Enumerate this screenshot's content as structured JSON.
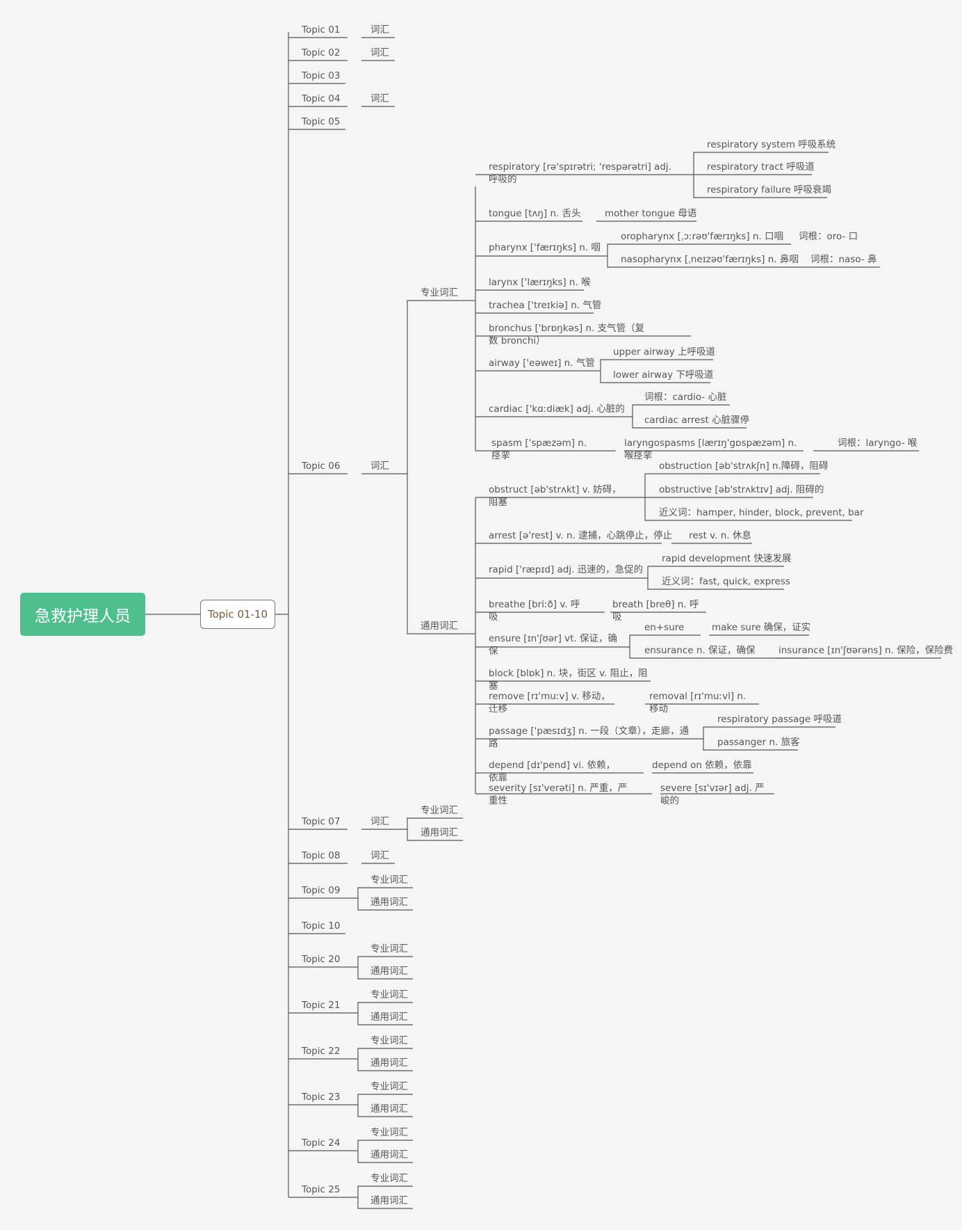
{
  "root": "急救护理人员",
  "group": "Topic 01-10",
  "topics": [
    {
      "label": "Topic 01",
      "child": "词汇"
    },
    {
      "label": "Topic 02",
      "child": "词汇"
    },
    {
      "label": "Topic 03",
      "child": ""
    },
    {
      "label": "Topic 04",
      "child": "词汇"
    },
    {
      "label": "Topic 05",
      "child": ""
    },
    {
      "label": "Topic 06",
      "child": "词汇"
    },
    {
      "label": "Topic 07",
      "child": "词汇"
    },
    {
      "label": "Topic 08",
      "child": "词汇"
    },
    {
      "label": "Topic 09",
      "child": ""
    },
    {
      "label": "Topic 10",
      "child": ""
    },
    {
      "label": "Topic 20",
      "child": ""
    },
    {
      "label": "Topic 21",
      "child": ""
    },
    {
      "label": "Topic 22",
      "child": ""
    },
    {
      "label": "Topic 23",
      "child": ""
    },
    {
      "label": "Topic 24",
      "child": ""
    },
    {
      "label": "Topic 25",
      "child": ""
    }
  ],
  "pro": "专业词汇",
  "gen": "通用词汇",
  "pro_words": {
    "respiratory": "respiratory [rə'spɪrətri; 'respərətri]  adj. 呼吸的",
    "respiratory_c": [
      "respiratory system 呼吸系统",
      "respiratory tract 呼吸道",
      "respiratory failure 呼吸衰竭"
    ],
    "tongue": "tongue [tʌŋ] n. 舌头",
    "tongue_c": "mother tongue 母语",
    "pharynx": "pharynx ['færɪŋks] n. 咽",
    "pharynx_c": [
      "oropharynx [ˌɔːrəʊ'færɪŋks] n. 口咽",
      "nasopharynx [ˌneɪzəʊ'færɪŋks] n. 鼻咽"
    ],
    "pharynx_cc": [
      "词根：oro- 口",
      "词根：naso- 鼻"
    ],
    "larynx": "larynx ['lærɪŋks]  n. 喉",
    "trachea": "trachea ['treɪkiə] n. 气管",
    "bronchus": "bronchus ['brɒŋkəs]  n. 支气管（复数 bronchi）",
    "airway": "airway ['eəweɪ] n. 气管",
    "airway_c": [
      "upper airway 上呼吸道",
      "lower airway 下呼吸道"
    ],
    "cardiac": "cardiac ['kɑːdiæk] adj. 心脏的",
    "cardiac_c": [
      "词根：cardio- 心脏",
      "cardiac arrest 心脏骤停"
    ],
    "spasm": "spasm ['spæzəm]  n. 痉挛",
    "spasm_c": "laryngospasms [lærɪŋ'gɒspæzəm]  n. 喉痉挛",
    "spasm_cc": "词根：laryngo- 喉"
  },
  "gen_words": {
    "obstruct": "obstruct [əb'strʌkt]  v. 妨碍，阻塞",
    "obstruct_c": [
      "obstruction [əb'strʌkʃn] n.障碍，阻碍",
      "obstructive [əb'strʌktɪv] adj. 阻碍的",
      "近义词：hamper, hinder, block, prevent, bar"
    ],
    "arrest": "arrest [ə'rest] v. n. 逮捕，心跳停止，停止",
    "arrest_c": "rest v. n. 休息",
    "rapid": "rapid ['ræpɪd] adj. 迅速的，急促的",
    "rapid_c": [
      "rapid development 快速发展",
      "近义词：fast, quick, express"
    ],
    "breathe": "breathe [briːð]  v. 呼吸",
    "breathe_c": "breath [breθ]  n. 呼吸",
    "ensure": "ensure [ɪn'ʃʊər]  vt. 保证，确保",
    "ensure_c": [
      "en+sure",
      "ensurance n. 保证，确保"
    ],
    "ensure_cc": [
      "make sure 确保，证实",
      "insurance [ɪn'ʃʊərəns] n. 保险，保险费"
    ],
    "block": "block [blɒk]  n. 块，街区  v. 阻止，阻塞",
    "remove": "remove [rɪ'muːv]  v. 移动，迁移",
    "remove_c": "removal [rɪ'muːvl]  n.移动",
    "passage": "passage ['pæsɪdʒ]  n. 一段（文章），走廊，通路",
    "passage_c": [
      "respiratory passage 呼吸道",
      "passanger n. 旅客"
    ],
    "depend": "depend [dɪ'pend]  vi. 依赖，依靠",
    "depend_c": "depend on 依赖，依靠",
    "severity": "severity [sɪ'verəti]  n. 严重，严重性",
    "severity_c": "severe [sɪ'vɪər]  adj. 严峻的"
  }
}
